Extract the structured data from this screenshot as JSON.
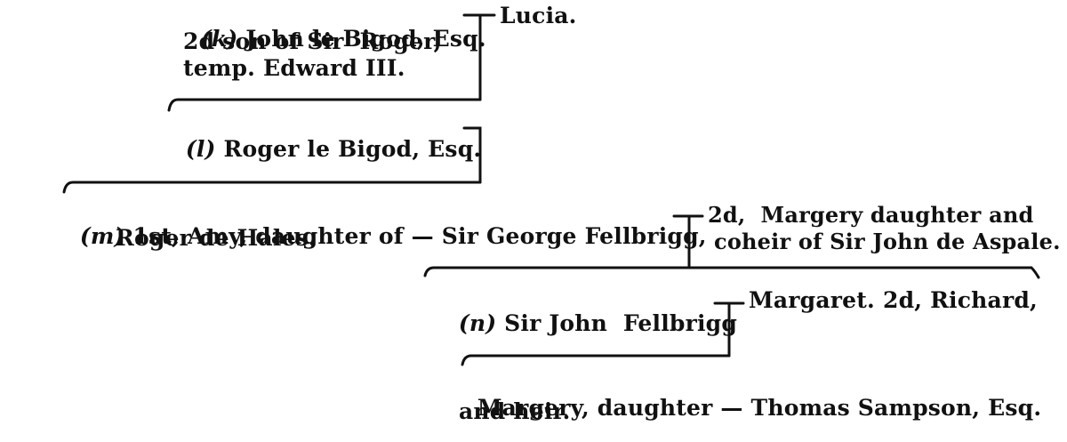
{
  "entries": {
    "k": {
      "marker": "(k)",
      "name": "John le Bigod, Esq.",
      "line2": "2d son of Sir  Roger,",
      "line3": "temp. Edward III.",
      "spouse": "Lucia."
    },
    "l": {
      "marker": "(l)",
      "name": "Roger le Bigod, Esq."
    },
    "m": {
      "marker": "(m)",
      "first_wife_line1": "1st, Amy, daughter of",
      "first_wife_line2": "Roger de Hales.",
      "dash": "—",
      "name": "Sir George Fellbrigg,",
      "second_wife_line1": "2d,  Margery daughter and",
      "second_wife_line2": "coheir of Sir John de Aspale."
    },
    "n": {
      "marker": "(n)",
      "name": "Sir John  Fellbrigg",
      "spouse": "Margaret.",
      "sibling": "2d, Richard,"
    },
    "o": {
      "line1": "Margery, daughter",
      "line2": "and heir.",
      "dash": "—",
      "spouse": "Thomas Sampson, Esq."
    }
  }
}
